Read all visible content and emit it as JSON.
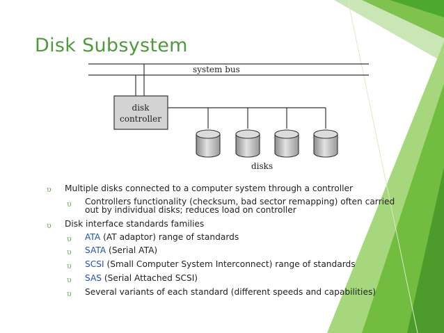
{
  "slide": {
    "title": "Disk Subsystem",
    "colors": {
      "accent": "#4f9a3b",
      "link": "#1f4fb3",
      "bullet": "#6aa84f"
    }
  },
  "diagram": {
    "bus_label": "system bus",
    "controller_label_line1": "disk",
    "controller_label_line2": "controller",
    "disks_label": "disks"
  },
  "bullets": {
    "marker": "υ",
    "b1": "Multiple disks connected to a computer system through a controller",
    "b1_1_line1": "Controllers functionality (checksum, bad sector remapping) often carried",
    "b1_1_line2": "out by individual disks; reduces load on controller",
    "b2": "Disk interface standards families",
    "ata_link": "ATA",
    "ata_rest": " (AT adaptor) range of standards",
    "sata_link": "SATA",
    "sata_rest": " (Serial ATA)",
    "scsi_link": "SCSI",
    "scsi_rest": " (Small Computer System Interconnect) range of standards",
    "sas_link": "SAS",
    "sas_rest": " (Serial Attached SCSI)",
    "variants": "Several variants of each standard (different speeds and capabilities)"
  }
}
